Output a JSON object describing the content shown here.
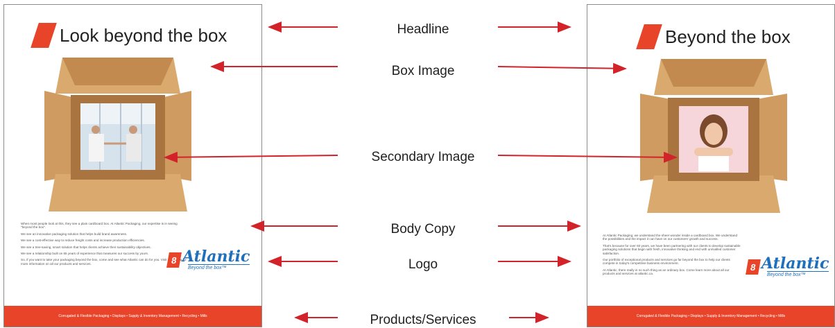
{
  "labels": {
    "headline": "Headline",
    "box_image": "Box Image",
    "secondary_image": "Secondary Image",
    "body_copy": "Body Copy",
    "logo": "Logo",
    "products_services": "Products/Services"
  },
  "left_poster": {
    "headline": "Look beyond the box",
    "body": [
      "When most people look at this, they see a plain cardboard box. At Atlantic Packaging, our expertise is in seeing \"beyond the box\".",
      "We see an innovative packaging solution that helps build brand awareness.",
      "We see a cost-effective way to reduce freight costs and increase production efficiencies.",
      "We see a tree-saving, smart solution that helps clients achieve their sustainability objectives.",
      "We see a relationship built on 65 years of experience that measures our success by yours.",
      "So, if you want to take your packaging beyond the box, come and see what Atlantic can do for you. Visit atlantic.ca for more information on all our products and services."
    ],
    "footer": "Corrugated & Flexible Packaging  •  Displays  •  Supply & Inventory Management  •  Recycling  •  Mills"
  },
  "right_poster": {
    "headline": "Beyond the box",
    "body": [
      "At Atlantic Packaging, we understand the sheer wonder inside a cardboard box. We understand the possibilities and the impact it can have on our customers' growth and success.",
      "That's because for over 60 years, we have been partnering with our clients to develop sustainable packaging solutions that begin with fresh, innovative thinking and end with unrivalled customer satisfaction.",
      "Our portfolio of exceptional products and services go far beyond the box to help our clients compete in today's competitive business environment.",
      "At Atlantic, there really is no such thing as an ordinary box. Come learn more about all our products and services at atlantic.ca."
    ],
    "footer": "Corrugated & Flexible Packaging  •  Displays  •  Supply & Inventory Management  •  Recycling  •  Mills"
  },
  "logo": {
    "name": "Atlantic",
    "tagline": "Beyond the box™"
  },
  "colors": {
    "accent": "#e8442a",
    "arrow": "#d2232a",
    "logo_blue": "#1e6fbd",
    "cardboard": "#c9955a"
  }
}
